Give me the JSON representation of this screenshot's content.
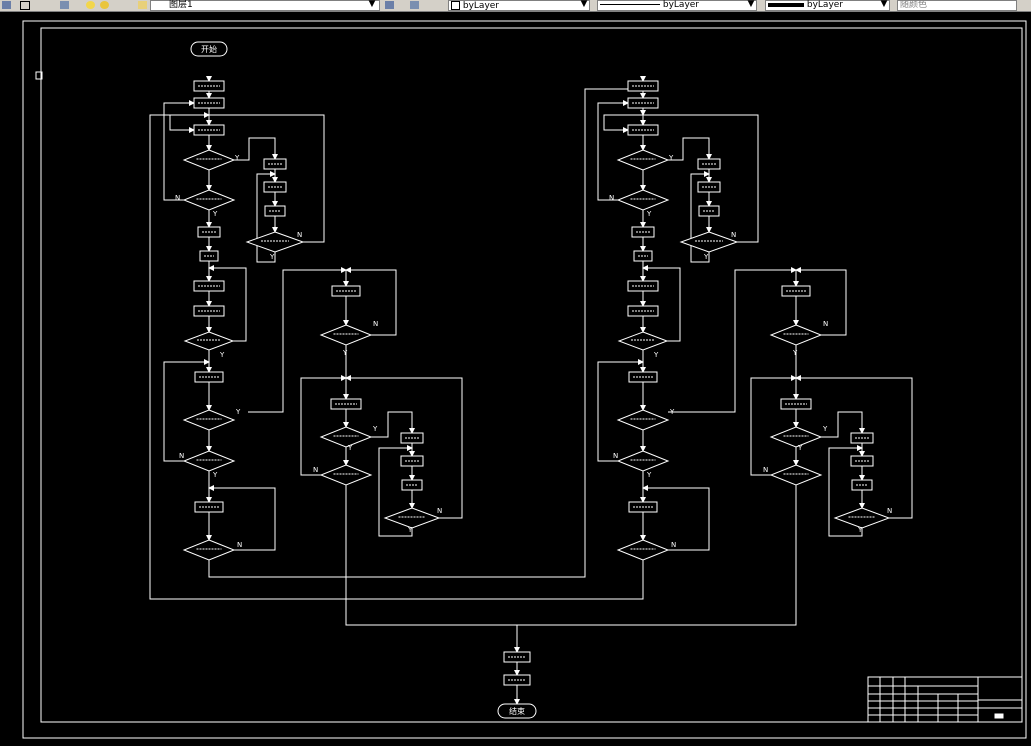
{
  "toolbar": {
    "layer_name": "图层1",
    "color_value": "byLayer",
    "linetype_value": "byLayer",
    "lineweight_value": "byLayer",
    "plotstyle_value": "随颜色"
  },
  "flowchart": {
    "start": "开始",
    "end": "结束",
    "yes": "Y",
    "no": "N"
  },
  "title_block": {
    "drawing_title": "",
    "drawing_number": ""
  }
}
